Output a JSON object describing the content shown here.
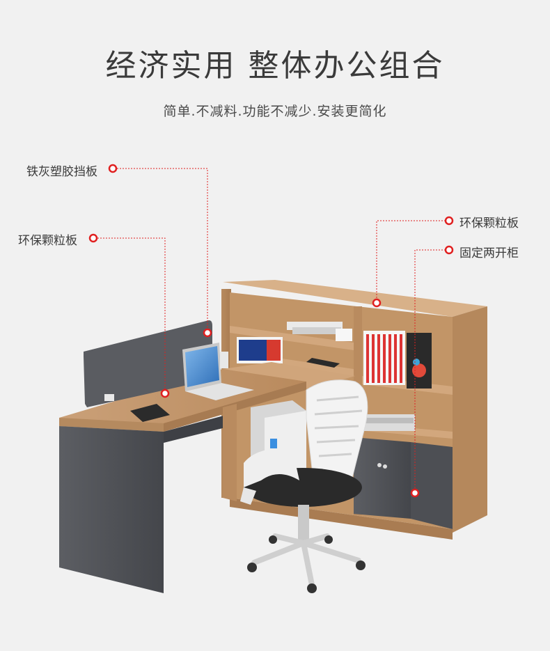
{
  "headline": "经济实用 整体办公组合",
  "subline": "简单.不减料.功能不减少.安装更简化",
  "callouts": [
    {
      "label": "铁灰塑胶挡板"
    },
    {
      "label": "环保颗粒板"
    },
    {
      "label": "环保颗粒板"
    },
    {
      "label": "固定两开柜"
    }
  ],
  "colors": {
    "background": "#f1f1f1",
    "accent_red": "#e02020",
    "wood": "#c89a6a",
    "graphite": "#55575c"
  }
}
